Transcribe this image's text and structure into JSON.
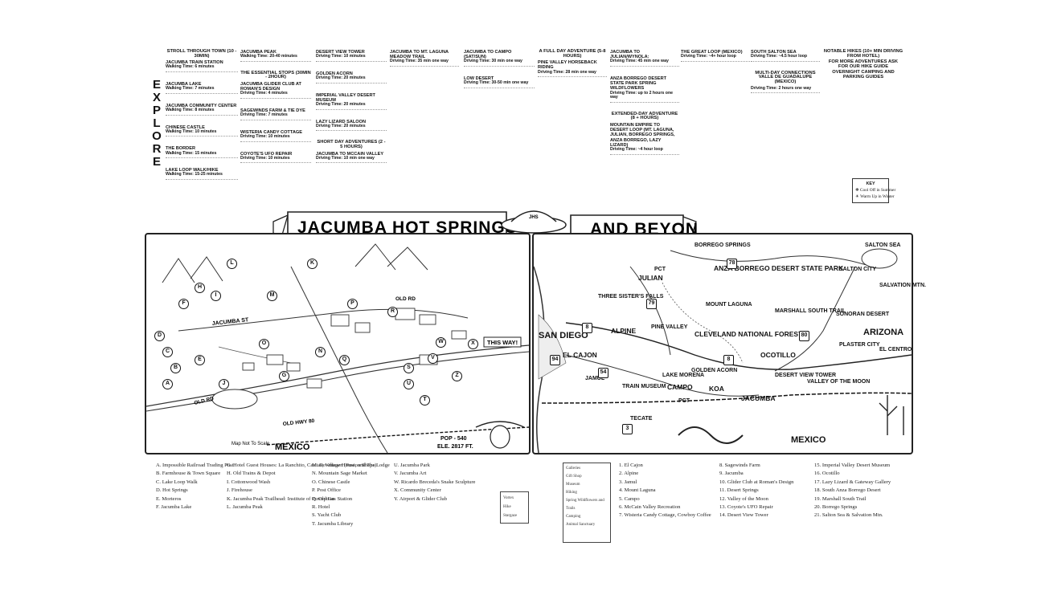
{
  "explore": [
    "E",
    "X",
    "P",
    "L",
    "O",
    "R",
    "E"
  ],
  "columns": {
    "col1": [
      {
        "kind": "hd",
        "text": "STROLL THROUGH TOWN (10 - 30MIN)"
      },
      {
        "kind": "h",
        "text": "JACUMBA TRAIN STATION"
      },
      {
        "kind": "sub",
        "text": "Walking Time: 6 minutes"
      },
      {
        "kind": "h",
        "text": "JACUMBA LAKE"
      },
      {
        "kind": "sub",
        "text": "Walking Time: 7 minutes"
      },
      {
        "kind": "h",
        "text": "JACUMBA COMMUNITY CENTER"
      },
      {
        "kind": "sub",
        "text": "Walking Time: 8 minutes"
      },
      {
        "kind": "h",
        "text": "CHINESE CASTLE"
      },
      {
        "kind": "sub",
        "text": "Walking Time: 10 minutes"
      },
      {
        "kind": "h",
        "text": "THE BORDER"
      },
      {
        "kind": "sub",
        "text": "Walking Time: 15 minutes"
      },
      {
        "kind": "h",
        "text": "LAKE LOOP WALK/HIKE"
      },
      {
        "kind": "sub",
        "text": "Walking Time: 15-25 minutes"
      }
    ],
    "col2": [
      {
        "kind": "h",
        "text": "JACUMBA PEAK"
      },
      {
        "kind": "sub",
        "text": "Walking Time: 20-40 minutes"
      },
      {
        "kind": "hd",
        "text": "THE ESSENTIAL STOPS (30MIN - 2HOUR)"
      },
      {
        "kind": "h",
        "text": "JACUMBA GLIDER CLUB AT ROMAN'S DESIGN"
      },
      {
        "kind": "sub",
        "text": "Driving Time: 4 minutes"
      },
      {
        "kind": "h",
        "text": "SAGEWINDS FARM & TIE DYE"
      },
      {
        "kind": "sub",
        "text": "Driving Time: 7 minutes"
      },
      {
        "kind": "h",
        "text": "WISTERIA CANDY COTTAGE"
      },
      {
        "kind": "sub",
        "text": "Driving Time: 10 minutes"
      },
      {
        "kind": "h",
        "text": "COYOTE'S UFO REPAIR"
      },
      {
        "kind": "sub",
        "text": "Driving Time: 10 minutes"
      }
    ],
    "col3": [
      {
        "kind": "h",
        "text": "DESERT VIEW TOWER"
      },
      {
        "kind": "sub",
        "text": "Driving Time: 10 minutes"
      },
      {
        "kind": "h",
        "text": "GOLDEN ACORN"
      },
      {
        "kind": "sub",
        "text": "Driving Time: 20 minutes"
      },
      {
        "kind": "h",
        "text": "IMPERIAL VALLEY DESERT MUSEUM"
      },
      {
        "kind": "sub",
        "text": "Driving Time: 20 minutes"
      },
      {
        "kind": "h",
        "text": "LAZY LIZARD SALOON"
      },
      {
        "kind": "sub",
        "text": "Driving Time: 20 minutes"
      },
      {
        "kind": "hd",
        "text": "SHORT DAY ADVENTURES (2 - 5 HOURS)"
      },
      {
        "kind": "h",
        "text": "JACUMBA TO MCCAIN VALLEY"
      },
      {
        "kind": "sub",
        "text": "Driving Time: 10 min one way"
      }
    ],
    "col4": [
      {
        "kind": "h",
        "text": "JACUMBA TO MT. LAGUNA MEADOW TRAIL"
      },
      {
        "kind": "sub",
        "text": "Driving Time: 35 min one way"
      }
    ],
    "col5": [
      {
        "kind": "h",
        "text": "JACUMBA TO CAMPO (Sat/Sun)"
      },
      {
        "kind": "sub",
        "text": "Driving Time: 30 min one way"
      },
      {
        "kind": "h",
        "text": "LOW DESERT"
      },
      {
        "kind": "sub",
        "text": "Driving Time: 30-50 min one way"
      }
    ],
    "col6": [
      {
        "kind": "hd",
        "text": "A FULL DAY ADVENTURE (5-8 HOURS)"
      },
      {
        "kind": "h",
        "text": "PINE VALLEY HORSEBACK RIDING"
      },
      {
        "kind": "sub",
        "text": "Driving Time: 28 min one way"
      }
    ],
    "col7": [
      {
        "kind": "h",
        "text": "JACUMBA TO JULIAN/WYNOLA:"
      },
      {
        "kind": "sub",
        "text": "Driving Time: 45 min one way"
      },
      {
        "kind": "h",
        "text": "ANZA BORREGO DESERT STATE PARK SPRING WILDFLOWERS"
      },
      {
        "kind": "sub",
        "text": "Driving Time: up to 2 hours one way"
      },
      {
        "kind": "hd",
        "text": "EXTENDED-DAY ADVENTURE (8 + HOURS)"
      },
      {
        "kind": "h",
        "text": "MOUNTAIN EMPIRE TO DESERT LOOP (Mt. Laguna, Julian, Borrego Springs, Anza Borrego, Lazy Lizard)"
      },
      {
        "kind": "sub",
        "text": "Driving Time: ~4 hour loop"
      }
    ],
    "col8": [
      {
        "kind": "h",
        "text": "THE GREAT LOOP (MEXICO)"
      },
      {
        "kind": "sub",
        "text": "Driving Time: ~4+ hour loop"
      }
    ],
    "col9": [
      {
        "kind": "h",
        "text": "SOUTH SALTON SEA"
      },
      {
        "kind": "sub",
        "text": "Driving Time: ~4.5 hour loop"
      },
      {
        "kind": "hd",
        "text": "MULTI-DAY CONNECTIONS VALLE DE GUADALUPE (MEXICO)"
      },
      {
        "kind": "sub",
        "text": "Driving Time: 2 hours one way"
      }
    ],
    "col10": [
      {
        "kind": "hd",
        "text": "NOTABLE HIKES (10+ MIN DRIVING FROM HOTEL)"
      },
      {
        "kind": "hd",
        "text": "FOR MORE ADVENTURES ASK FOR OUR HIKE GUIDE"
      },
      {
        "kind": "hd",
        "text": "OVERNIGHT CAMPING AND PARKING GUIDES"
      }
    ]
  },
  "title_left": "JACUMBA HOT SPRINGS",
  "title_right": "AND BEYOND",
  "ufo_label": "JHS",
  "this_way": "THIS WAY!",
  "left_map": {
    "streets": [
      "OLD RD",
      "JACUMBA ST",
      "OLD RD",
      "OLD HWY 80"
    ],
    "mexico": "MEXICO",
    "not_to_scale": "Map Not To Scale",
    "pop": "POP - 540",
    "ele": "ELE. 2817 FT.",
    "pins": [
      "L",
      "K",
      "H",
      "I",
      "M",
      "F",
      "P",
      "R",
      "D",
      "C",
      "B",
      "A",
      "O",
      "N",
      "Q",
      "G",
      "E",
      "J",
      "S",
      "W",
      "V",
      "U",
      "T",
      "X",
      "Z"
    ]
  },
  "right_map": {
    "labels": {
      "san_diego": "SAN DIEGO",
      "anza": "ANZA BORREGO DESERT STATE PARK",
      "julian": "JULIAN",
      "three_sisters": "THREE SISTER'S FALLS",
      "alpine": "ALPINE",
      "el_cajon": "EL CAJON",
      "jamul": "JAMUL",
      "cleveland": "CLEVELAND NATIONAL FOREST",
      "mount_laguna": "MOUNT LAGUNA",
      "pine_valley": "PINE VALLEY",
      "campo": "CAMPO",
      "koa": "KOA",
      "jacumba": "JACUMBA",
      "tecate": "TECATE",
      "mexico": "MEXICO",
      "ocotillo": "OCOTILLO",
      "plaster_city": "PLASTER CITY",
      "el_centro": "EL CENTRO",
      "arizona": "ARIZONA",
      "sonoran": "SONORAN DESERT",
      "salton_sea": "SALTON SEA",
      "salvation_mtn": "SALVATION MTN.",
      "borrego": "BORREGO SPRINGS",
      "marshall": "MARSHALL SOUTH TRAIL",
      "pct1": "PCT",
      "pct2": "PCT",
      "valley_moon": "VALLEY OF THE MOON",
      "train_museum": "TRAIN MUSEUM",
      "lake_morena": "LAKE MORENA",
      "golden_acorn": "GOLDEN ACORN",
      "desert_view": "DESERT VIEW TOWER",
      "salton_city": "SALTON CITY"
    },
    "roads": [
      "8",
      "94",
      "54",
      "8",
      "78",
      "79",
      "80",
      "3"
    ]
  },
  "legend_letters": {
    "col1": [
      "A.  Impossible Railroad Trading Post",
      "B.  Farmhouse & Town Square",
      "C.  Lake Loop Walk",
      "D.  Hot Springs",
      "E.  Morteros",
      "F.  Jacumba Lake"
    ],
    "col2": [
      "G.  Hotel Guest Houses: La Ranchito, Casitas, Village House, and The Lodge",
      "H.  Old Trains & Depot",
      "I.  Cottonwood Wash",
      "J.  Firehouse",
      "K.  Jacumba Peak Trailhead: Institute of Perception",
      "L.  Jacumba Peak"
    ],
    "col3": [
      "M.  Downtown (Fusion Shops)",
      "N.  Mountain Sage Market",
      "O.  Chinese Castle",
      "P.  Post Office",
      "Q.  Old Gas Station",
      "R.  Hotel",
      "S.  Yacht Club",
      "T.  Jacumba Library"
    ],
    "col4": [
      "U.  Jacumba Park",
      "V.  Jacumba Art",
      "W.  Ricardo Breceda's Snake Sculpture",
      "X.  Community Center",
      "Y.  Airport & Glider Club"
    ]
  },
  "legend_box": [
    "Galleries",
    "Gift Shop",
    "Museum",
    "Hiking",
    "Spring Wildflowers and Trails",
    "Camping",
    "Animal Sanctuary"
  ],
  "legend_box2": [
    "Vortex",
    "Hike",
    "Stargaze"
  ],
  "legend_numbers": {
    "col1": [
      "1. El Cajon",
      "2. Alpine",
      "3. Jamul",
      "4. Mount Laguna",
      "5. Campo",
      "6. McCain Valley Recreation",
      "7. Wisteria Candy Cottage, Cowboy Coffee"
    ],
    "col2": [
      "8. Sagewinds Farm",
      "9. Jacumba",
      "10. Glider Club at Roman's Design",
      "11. Desert Springs",
      "12. Valley of the Moon",
      "13. Coyote's UFO Repair",
      "14. Desert View Tower"
    ],
    "col3": [
      "15. Imperial Valley Desert Museum",
      "16. Ocotillo",
      "17. Lazy Lizard & Gateway Gallery",
      "18. South Anza Borrego Desert",
      "19. Marshall South Trail",
      "20. Borrego Springs",
      "21. Salton Sea & Salvation Mtn."
    ]
  },
  "key": {
    "title": "KEY",
    "items": [
      "Cool Off in Summer",
      "Warm Up in Winter"
    ]
  }
}
